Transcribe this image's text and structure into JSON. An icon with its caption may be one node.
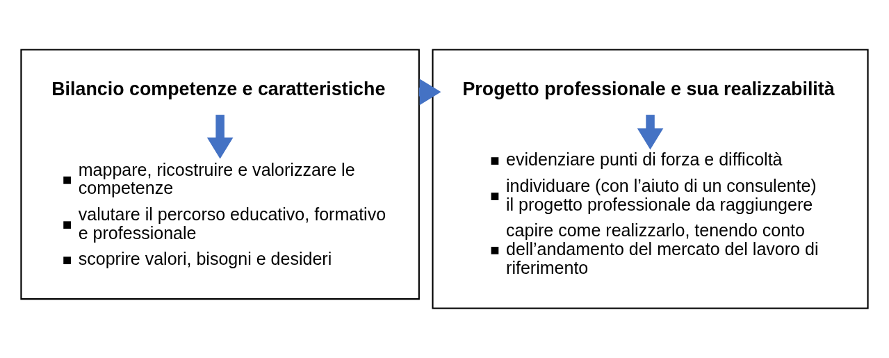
{
  "diagram": {
    "nodes": [
      {
        "text": [],
        "shape": "box"
      },
      {
        "text": [
          "Bilancio competenze e caratteristiche"
        ],
        "in": 0
      },
      {
        "text": [
          "mappare, ricostruire e valorizzare le competenze",
          "valutare il percorso educativo, formativo e professionale",
          "scoprire valori, bisogni e desideri"
        ],
        "in": 0
      },
      {
        "text": [],
        "shape": "box"
      },
      {
        "text": [
          "Progetto professionale e sua realizzabilità"
        ],
        "in": 3
      },
      {
        "text": [
          "evidenziare punti di forza e difficoltà",
          "individuare (con l’aiuto di un consulente) il progetto professionale da raggiungere",
          "capire come realizzarlo, tenendo conto dell’andamento del mercato del lavoro di riferimento"
        ],
        "in": 3
      }
    ],
    "edges": [
      {
        "from": 1,
        "to": 2,
        "arrow": "to"
      },
      {
        "from": 0,
        "to": 3,
        "arrow": "to"
      },
      {
        "from": 4,
        "to": 5,
        "arrow": "to"
      }
    ]
  }
}
